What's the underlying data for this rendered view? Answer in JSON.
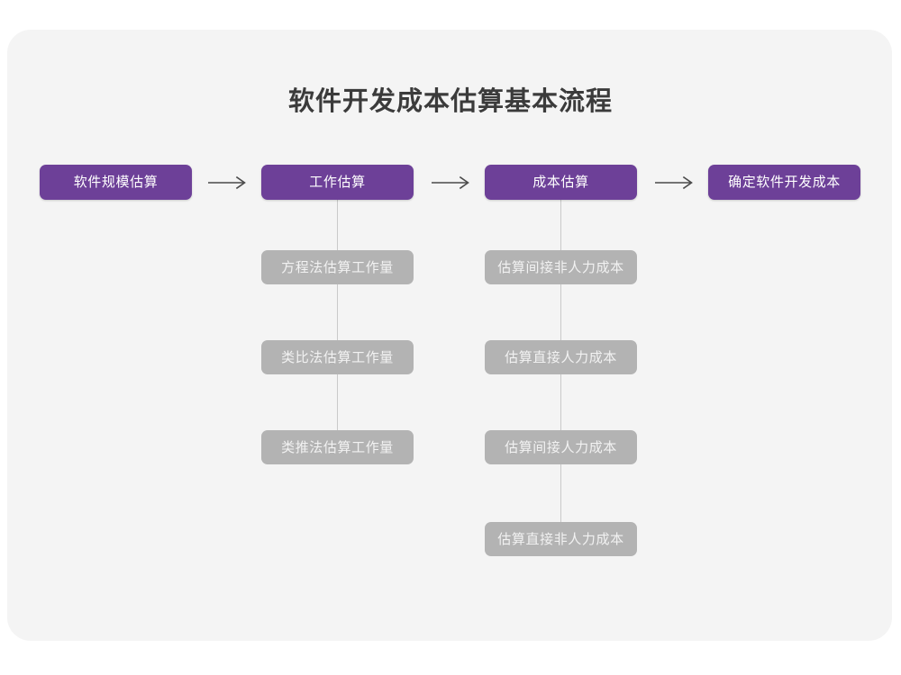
{
  "page": {
    "title": "软件开发成本估算基本流程",
    "background_color": "#ffffff",
    "card_color": "#f4f4f4",
    "primary_color": "#6d4098",
    "secondary_color": "#b3b3b3",
    "connector_color": "#c9c9c9",
    "arrow_color": "#4a4a4a"
  },
  "chart_data": {
    "type": "diagram",
    "title": "软件开发成本估算基本流程",
    "layout": "horizontal-flow-with-vertical-substeps",
    "stages": [
      {
        "label": "软件规模估算",
        "substeps": []
      },
      {
        "label": "工作估算",
        "substeps": [
          "方程法估算工作量",
          "类比法估算工作量",
          "类推法估算工作量"
        ]
      },
      {
        "label": "成本估算",
        "substeps": [
          "估算间接非人力成本",
          "估算直接人力成本",
          "估算间接人力成本",
          "估算直接非人力成本"
        ]
      },
      {
        "label": "确定软件开发成本",
        "substeps": []
      }
    ],
    "connectors": [
      {
        "from": "软件规模估算",
        "to": "工作估算",
        "glyph": "→"
      },
      {
        "from": "工作估算",
        "to": "成本估算",
        "glyph": "→"
      },
      {
        "from": "成本估算",
        "to": "确定软件开发成本",
        "glyph": "→"
      }
    ]
  },
  "nodes": {
    "stage1": "软件规模估算",
    "stage2": "工作估算",
    "stage3": "成本估算",
    "stage4": "确定软件开发成本",
    "col2_sub1": "方程法估算工作量",
    "col2_sub2": "类比法估算工作量",
    "col2_sub3": "类推法估算工作量",
    "col3_sub1": "估算间接非人力成本",
    "col3_sub2": "估算直接人力成本",
    "col3_sub3": "估算间接人力成本",
    "col3_sub4": "估算直接非人力成本"
  },
  "arrows": {
    "a1": "→",
    "a2": "→",
    "a3": "→"
  }
}
